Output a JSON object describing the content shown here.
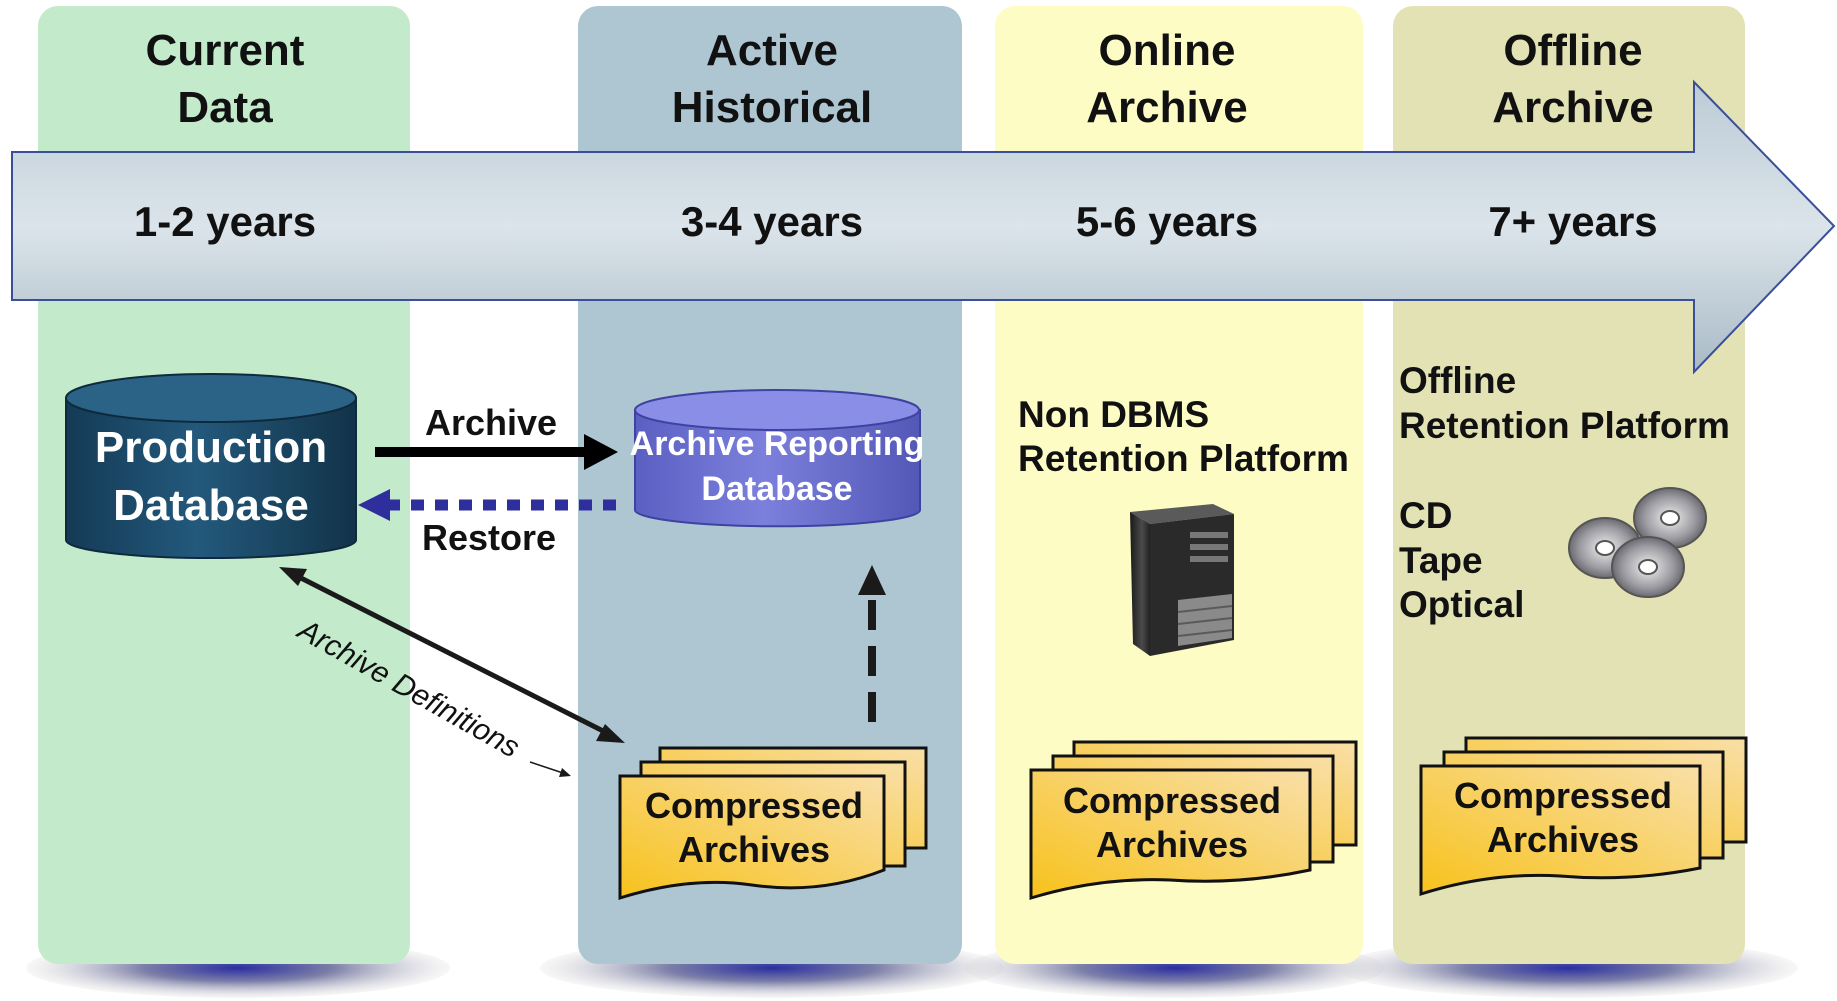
{
  "columns": [
    {
      "title_line1": "Current",
      "title_line2": "Data",
      "years": "1-2 years",
      "color": "#c3ebcb"
    },
    {
      "title_line1": "Active",
      "title_line2": "Historical",
      "years": "3-4 years",
      "color": "#adc6d2"
    },
    {
      "title_line1": "Online",
      "title_line2": "Archive",
      "years": "5-6 years",
      "color": "#fdfcc4"
    },
    {
      "title_line1": "Offline",
      "title_line2": "Archive",
      "years": "7+ years",
      "color": "#e2e2b4"
    }
  ],
  "production_db": {
    "line1": "Production",
    "line2": "Database"
  },
  "reporting_db": {
    "line1": "Archive Reporting",
    "line2": "Database"
  },
  "arrows": {
    "archive": "Archive",
    "restore": "Restore",
    "definitions": "Archive Definitions"
  },
  "compressed": {
    "line1": "Compressed",
    "line2": "Archives"
  },
  "online_platform": {
    "line1": "Non DBMS",
    "line2": "Retention Platform"
  },
  "offline_platform": {
    "line1": "Offline",
    "line2": "Retention Platform"
  },
  "media": {
    "cd": "CD",
    "tape": "Tape",
    "optical": "Optical"
  },
  "icons": [
    "server-tower-icon",
    "optical-discs-icon"
  ],
  "colors": {
    "timeline_arrow": "#cfdbe2",
    "production_db": "#1d4f6f",
    "reporting_db": "#6b6fd0",
    "restore_arrow": "#2e2e9c",
    "archive_doc": "#f9c84a"
  }
}
